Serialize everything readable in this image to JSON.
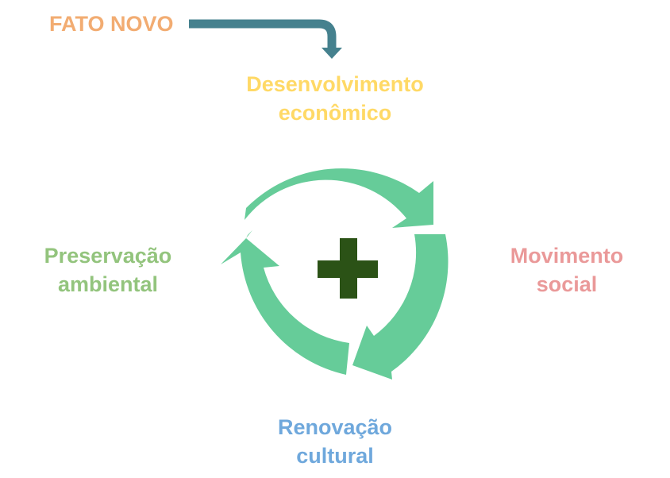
{
  "trigger": {
    "label": "FATO NOVO",
    "color": "#F2AC72"
  },
  "cycle": {
    "arrow_color": "#66CC99",
    "center_symbol": "plus",
    "center_color": "#2B5216",
    "nodes": [
      {
        "id": "top",
        "lines": [
          "Desenvolvimento",
          "econômico"
        ],
        "color": "#FFD966"
      },
      {
        "id": "right",
        "lines": [
          "Movimento",
          "social"
        ],
        "color": "#EA9999"
      },
      {
        "id": "bottom",
        "lines": [
          "Renovação",
          "cultural"
        ],
        "color": "#6FA8DC"
      },
      {
        "id": "left",
        "lines": [
          "Preservação",
          "ambiental"
        ],
        "color": "#93C47D"
      }
    ]
  },
  "connector": {
    "color": "#45818E",
    "icon": "bent-arrow-down-icon"
  }
}
